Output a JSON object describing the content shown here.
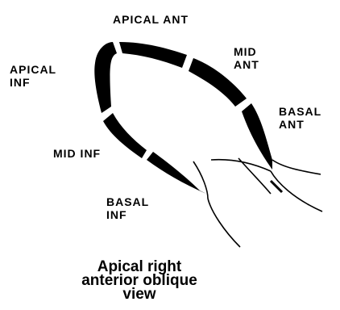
{
  "segments": {
    "apical_ant": "APICAL ANT",
    "mid_ant": [
      "MID",
      "ANT"
    ],
    "basal_ant": [
      "BASAL",
      "ANT"
    ],
    "apical_inf": [
      "APICAL",
      "INF"
    ],
    "mid_inf": "MID INF",
    "basal_inf": [
      "BASAL",
      "INF"
    ]
  },
  "caption": [
    "Apical right",
    "anterior oblique",
    "view"
  ]
}
